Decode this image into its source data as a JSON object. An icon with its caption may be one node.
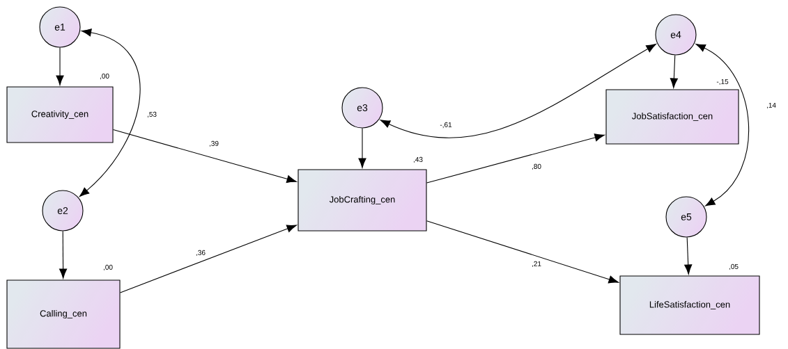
{
  "diagram": {
    "nodes": [
      {
        "text": [
          "e1"
        ]
      },
      {
        "text": [
          "Creativity_cen"
        ],
        "beside": [
          ",00"
        ]
      },
      {
        "text": [
          "e2"
        ]
      },
      {
        "text": [
          "Calling_cen"
        ],
        "beside": [
          ",00"
        ]
      },
      {
        "text": [
          "e3"
        ]
      },
      {
        "text": [
          "JobCrafting_cen"
        ],
        "beside": [
          ",43"
        ]
      },
      {
        "text": [
          "e4"
        ]
      },
      {
        "text": [
          "JobSatisfaction_cen"
        ],
        "beside": [
          "-,15"
        ]
      },
      {
        "text": [
          "e5"
        ]
      },
      {
        "text": [
          "LifeSatisfaction_cen"
        ],
        "beside": [
          ",05"
        ]
      }
    ],
    "edges": [
      {
        "from": 0,
        "to": 1,
        "arrow": "to"
      },
      {
        "from": 2,
        "to": 3,
        "arrow": "to"
      },
      {
        "from": 4,
        "to": 5,
        "arrow": "to"
      },
      {
        "from": 6,
        "to": 7,
        "arrow": "to"
      },
      {
        "from": 8,
        "to": 9,
        "arrow": "to"
      },
      {
        "from": 0,
        "to": 2,
        "arrow": "both",
        "label": ",53"
      },
      {
        "from": 1,
        "to": 5,
        "arrow": "to",
        "label": ",39"
      },
      {
        "from": 3,
        "to": 5,
        "arrow": "to",
        "label": ",36"
      },
      {
        "from": 4,
        "to": 6,
        "arrow": "both",
        "label": "-,61"
      },
      {
        "from": 5,
        "to": 7,
        "arrow": "to",
        "label": ",80"
      },
      {
        "from": 5,
        "to": 9,
        "arrow": "to",
        "label": ",21"
      },
      {
        "from": 6,
        "to": 8,
        "arrow": "both",
        "label": ",14"
      }
    ]
  }
}
